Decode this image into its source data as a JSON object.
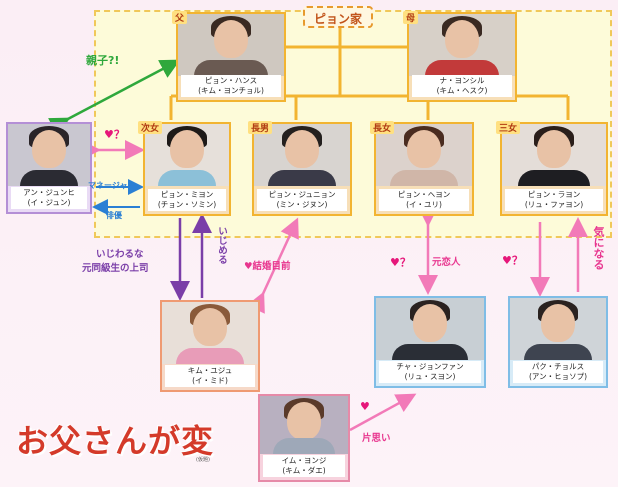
{
  "family_title": "ピョン家",
  "roles": {
    "father": "父",
    "mother": "母",
    "second_daughter": "次女",
    "eldest_son": "長男",
    "eldest_daughter": "長女",
    "third_daughter": "三女"
  },
  "people": {
    "father": {
      "line1": "ピョン・ハンス",
      "line2": "(キム・ヨンチョル)"
    },
    "mother": {
      "line1": "ナ・ヨンシル",
      "line2": "(キム・ヘスク)"
    },
    "ahn": {
      "line1": "アン・ジュンヒ",
      "line2": "(イ・ジュン)"
    },
    "mijeong": {
      "line1": "ピョン・ミヨン",
      "line2": "(チョン・ソミン)"
    },
    "junyeong": {
      "line1": "ピョン・ジュニョン",
      "line2": "(ミン・ジヌン)"
    },
    "hyeyeong": {
      "line1": "ピョン・ヘヨン",
      "line2": "(イ・ユリ)"
    },
    "rayeong": {
      "line1": "ピョン・ラヨン",
      "line2": "(リュ・ファヨン)"
    },
    "kimyuju": {
      "line1": "キム・ユジュ",
      "line2": "(イ・ミド)"
    },
    "cha": {
      "line1": "チャ・ジョンファン",
      "line2": "(リュ・スヨン)"
    },
    "park": {
      "line1": "パク・チョルス",
      "line2": "(アン・ヒョソプ)"
    },
    "im": {
      "line1": "イム・ヨンジ",
      "line2": "(キム・ダエ)"
    }
  },
  "relations": {
    "parent_child": "親子?!",
    "love_q": "♥？",
    "manager": "マネージャー",
    "actor": "俳優",
    "bully_senior": "いじわるな",
    "bully_senior2": "元同級生の上司",
    "bully": "いじめる",
    "engaged": "♥結婚目前",
    "ex_love_heart": "♥？",
    "ex_love": "元恋人",
    "interested_heart": "♥？",
    "interested": "気になる",
    "one_sided_heart": "♥",
    "one_sided": "片思い"
  },
  "logo": {
    "title": "お父さんが変",
    "mark": "(仮題)"
  },
  "colors": {
    "green": "#2fa83c",
    "pink": "#e8368f",
    "purple": "#7a3ea8",
    "blue": "#2a7fd4",
    "orange": "#f0a428"
  }
}
